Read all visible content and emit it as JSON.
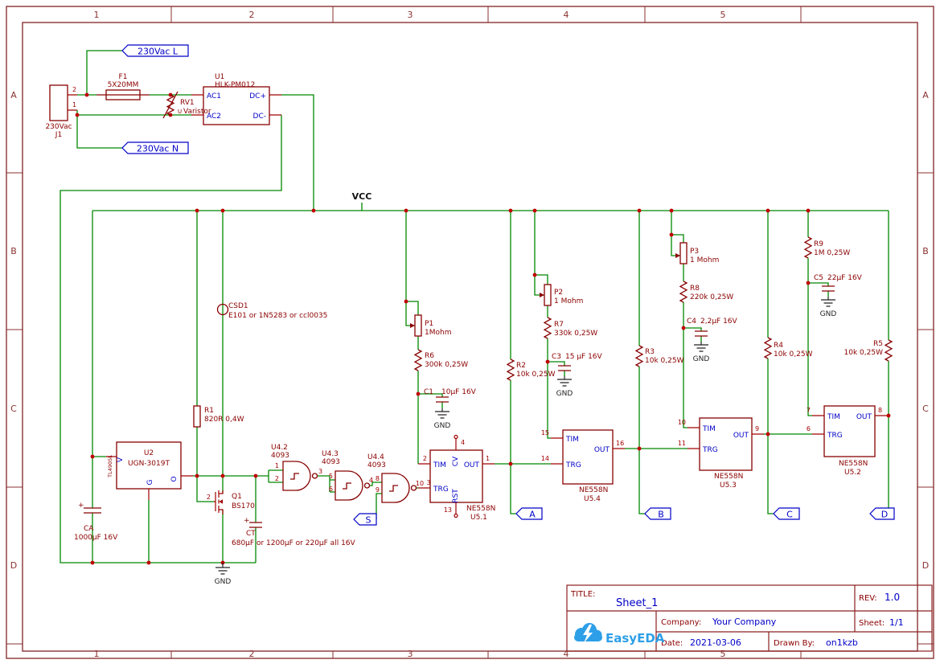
{
  "frame": {
    "cols": [
      "1",
      "2",
      "3",
      "4",
      "5"
    ],
    "rows": [
      "A",
      "B",
      "C",
      "D"
    ]
  },
  "colors": {
    "wire": "#008800",
    "part": "#8B0000",
    "pin_name": "#0000C8",
    "net_label": "#0000C8",
    "junction": "#C00000",
    "frame": "#8B3232",
    "logo": "#2D9FE8"
  },
  "nets": {
    "vcc": "VCC",
    "gnd": "GND",
    "l": "230Vac L",
    "n": "230Vac N",
    "s": "S",
    "a": "A",
    "b": "B",
    "c": "C",
    "d": "D"
  },
  "parts": {
    "j1": {
      "ref": "J1",
      "val": "230Vac",
      "pins": {
        "p1": "1",
        "p2": "2"
      }
    },
    "f1": {
      "ref": "F1",
      "val": "5X20MM"
    },
    "rv1": {
      "ref": "RV1",
      "val": "Varistor",
      "pin": "U"
    },
    "u1": {
      "ref": "U1",
      "val": "HLK-PM012",
      "pins": {
        "ac1": "AC1",
        "ac2": "AC2",
        "dcp": "DC+",
        "dcm": "DC-"
      }
    },
    "csd1": {
      "ref": "CSD1",
      "val": "E101 or 1N5283 or ccl0035"
    },
    "r1": {
      "ref": "R1",
      "val": "820R 0,4W"
    },
    "u2": {
      "ref": "U2",
      "val": "UGN-3019T",
      "side": "TL4905L",
      "pins": {
        "v": "V",
        "g": "G",
        "o": "O"
      }
    },
    "ca": {
      "ref": "CA",
      "val": "1000μF 16V",
      "plus": "+"
    },
    "q1": {
      "ref": "Q1",
      "val": "BS170",
      "pin": "2"
    },
    "ct": {
      "ref": "CT",
      "val": "680μF or 1200μF or 220μF all 16V",
      "plus": "+"
    },
    "u42": {
      "ref": "U4.2",
      "val": "4093",
      "pins": {
        "a": "1",
        "b": "2",
        "y": "3"
      }
    },
    "u43": {
      "ref": "U4.3",
      "val": "4093",
      "pins": {
        "a": "5",
        "b": "6",
        "y": "4"
      }
    },
    "u44": {
      "ref": "U4.4",
      "val": "4093",
      "pins": {
        "a": "8",
        "b": "9",
        "y": "10"
      }
    },
    "u51": {
      "ref": "U5.1",
      "val": "NE558N",
      "pins": {
        "tim": "TIM",
        "trg": "TRG",
        "out": "OUT",
        "cv": "CV",
        "rst": "RST",
        "n_tim": "2",
        "n_trg": "3",
        "n_out": "1",
        "n_cv": "4",
        "n_rst": "13"
      }
    },
    "u54": {
      "ref": "U5.4",
      "val": "NE558N",
      "pins": {
        "tim": "TIM",
        "trg": "TRG",
        "out": "OUT",
        "n_tim": "15",
        "n_trg": "14",
        "n_out": "16"
      }
    },
    "u53": {
      "ref": "U5.3",
      "val": "NE558N",
      "pins": {
        "tim": "TIM",
        "trg": "TRG",
        "out": "OUT",
        "n_tim": "10",
        "n_trg": "11",
        "n_out": "9"
      }
    },
    "u52": {
      "ref": "U5.2",
      "val": "NE558N",
      "pins": {
        "tim": "TIM",
        "trg": "TRG",
        "out": "OUT",
        "n_tim": "7",
        "n_trg": "6",
        "n_out": "8"
      }
    },
    "p1": {
      "ref": "P1",
      "val": "1Mohm"
    },
    "p2": {
      "ref": "P2",
      "val": "1 Mohm"
    },
    "p3": {
      "ref": "P3",
      "val": "1 Mohm"
    },
    "r2": {
      "ref": "R2",
      "val": "10k 0,25W"
    },
    "r3": {
      "ref": "R3",
      "val": "10k 0,25W"
    },
    "r4": {
      "ref": "R4",
      "val": "10k 0,25W"
    },
    "r5": {
      "ref": "R5",
      "val": "10k 0,25W"
    },
    "r6": {
      "ref": "R6",
      "val": "300k 0,25W"
    },
    "r7": {
      "ref": "R7",
      "val": "330k 0,25W"
    },
    "r8": {
      "ref": "R8",
      "val": "220k 0,25W"
    },
    "r9": {
      "ref": "R9",
      "val": "1M 0,25W"
    },
    "c1": {
      "ref": "C1",
      "val": "10μF 16V"
    },
    "c3": {
      "ref": "C3",
      "val": "15 μF 16V"
    },
    "c4": {
      "ref": "C4",
      "val": "2,2μF 16V"
    },
    "c5": {
      "ref": "C5",
      "val": "22μF 16V"
    }
  },
  "title_block": {
    "title_label": "TITLE:",
    "title": "Sheet_1",
    "rev_label": "REV:",
    "rev": "1.0",
    "company_label": "Company:",
    "company": "Your Company",
    "sheet_label": "Sheet:",
    "sheet": "1/1",
    "date_label": "Date:",
    "date": "2021-03-06",
    "drawn_label": "Drawn By:",
    "drawn_by": "on1kzb",
    "logo": "EasyEDA"
  }
}
